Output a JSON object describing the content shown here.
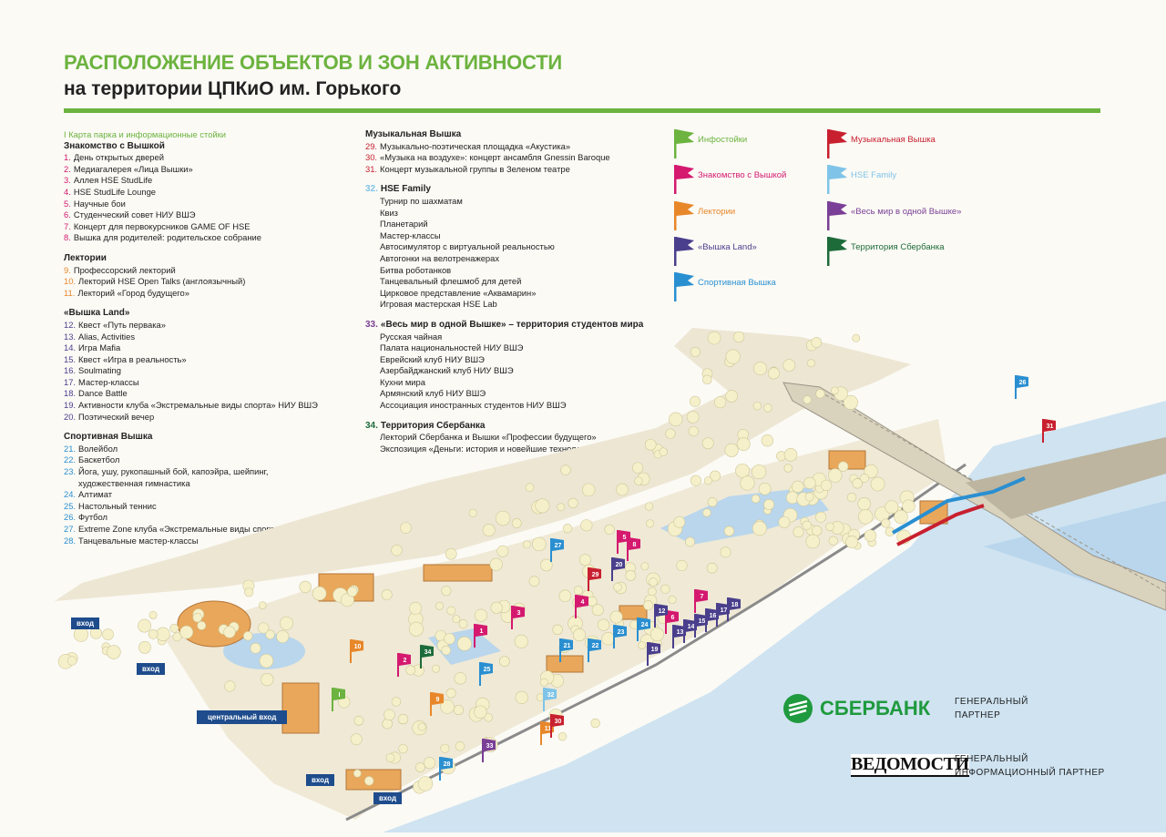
{
  "header": {
    "title": "РАСПОЛОЖЕНИЕ ОБЪЕКТОВ И ЗОН АКТИВНОСТИ",
    "subtitle": "на территории ЦПКиО им. Горького"
  },
  "left_column": {
    "intro": "I Карта парка и информационные стойки",
    "sections": [
      {
        "title": "Знакомство с Вышкой",
        "color": "#d4196f",
        "items": [
          {
            "n": "1.",
            "t": "День открытых дверей"
          },
          {
            "n": "2.",
            "t": "Медиагалерея «Лица Вышки»"
          },
          {
            "n": "3.",
            "t": "Аллея HSE StudLife"
          },
          {
            "n": "4.",
            "t": "HSE StudLife Lounge"
          },
          {
            "n": "5.",
            "t": "Научные бои"
          },
          {
            "n": "6.",
            "t": "Студенческий совет НИУ ВШЭ"
          },
          {
            "n": "7.",
            "t": "Концерт для первокурсников GAME OF HSE"
          },
          {
            "n": "8.",
            "t": "Вышка для родителей: родительское собрание"
          }
        ]
      },
      {
        "title": "Лектории",
        "color": "#e8872a",
        "items": [
          {
            "n": "9.",
            "t": "Профессорский лекторий"
          },
          {
            "n": "10.",
            "t": "Лекторий HSE Open Talks (англоязычный)"
          },
          {
            "n": "11.",
            "t": "Лекторий «Город будущего»"
          }
        ]
      },
      {
        "title": "«Вышка Land»",
        "color": "#4a3f8c",
        "items": [
          {
            "n": "12.",
            "t": "Квест «Путь первака»"
          },
          {
            "n": "13.",
            "t": "Alias, Activities"
          },
          {
            "n": "14.",
            "t": "Игра Mafia"
          },
          {
            "n": "15.",
            "t": "Квест «Игра в реальность»"
          },
          {
            "n": "16.",
            "t": "Soulmating"
          },
          {
            "n": "17.",
            "t": "Мастер-классы"
          },
          {
            "n": "18.",
            "t": "Dance Battle"
          },
          {
            "n": "19.",
            "t": "Активности клуба «Экстремальные виды спорта» НИУ ВШЭ"
          },
          {
            "n": "20.",
            "t": "Поэтический вечер"
          }
        ]
      },
      {
        "title": "Спортивная Вышка",
        "color": "#2a8fd1",
        "items": [
          {
            "n": "21.",
            "t": "Волейбол"
          },
          {
            "n": "22.",
            "t": "Баскетбол"
          },
          {
            "n": "23.",
            "t": "Йога, ушу, рукопашный бой, капоэйра, шейпинг,"
          },
          {
            "n": "",
            "t": "художественная гимнастика"
          },
          {
            "n": "24.",
            "t": "Алтимат"
          },
          {
            "n": "25.",
            "t": "Настольный теннис"
          },
          {
            "n": "26.",
            "t": "Футбол"
          },
          {
            "n": "27.",
            "t": "Extreme Zone клуба «Экстремальные виды спорта» НИУ ВШЭ"
          },
          {
            "n": "28.",
            "t": "Танцевальные мастер-классы"
          }
        ]
      }
    ]
  },
  "middle_column": {
    "sections": [
      {
        "title": "Музыкальная Вышка",
        "color": "#c8202f",
        "items": [
          {
            "n": "29.",
            "t": "Музыкально-поэтическая площадка «Акустика»"
          },
          {
            "n": "30.",
            "t": "«Музыка на воздухе»: концерт ансамбля Gnessin Baroque"
          },
          {
            "n": "31.",
            "t": "Концерт музыкальной группы в Зеленом театре"
          }
        ]
      },
      {
        "title": "HSE Family",
        "num": "32.",
        "color": "#7fc4e8",
        "items": [
          {
            "n": "",
            "t": "Турнир по шахматам"
          },
          {
            "n": "",
            "t": "Квиз"
          },
          {
            "n": "",
            "t": "Планетарий"
          },
          {
            "n": "",
            "t": "Мастер-классы"
          },
          {
            "n": "",
            "t": "Автосимулятор с виртуальной реальностью"
          },
          {
            "n": "",
            "t": "Автогонки на велотренажерах"
          },
          {
            "n": "",
            "t": "Битва роботанков"
          },
          {
            "n": "",
            "t": "Танцевальный флешмоб для детей"
          },
          {
            "n": "",
            "t": "Цирковое представление «Аквамарин»"
          },
          {
            "n": "",
            "t": "Игровая мастерская HSE Lab"
          }
        ]
      },
      {
        "title": "«Весь мир в одной Вышке» – территория студентов мира",
        "num": "33.",
        "color": "#7a3f96",
        "items": [
          {
            "n": "",
            "t": "Русская чайная"
          },
          {
            "n": "",
            "t": "Палата национальностей НИУ ВШЭ"
          },
          {
            "n": "",
            "t": "Еврейский клуб НИУ ВШЭ"
          },
          {
            "n": "",
            "t": "Азербайджанский клуб НИУ ВШЭ"
          },
          {
            "n": "",
            "t": "Кухни мира"
          },
          {
            "n": "",
            "t": "Армянский клуб НИУ ВШЭ"
          },
          {
            "n": "",
            "t": "Ассоциация иностранных студентов НИУ ВШЭ"
          }
        ]
      },
      {
        "title": "Территория Сбербанка",
        "num": "34.",
        "color": "#1e6b3a",
        "items": [
          {
            "n": "",
            "t": "Лекторий Сбербанка и Вышки «Профессии будущего»"
          },
          {
            "n": "",
            "t": "Экспозиция «Деньги: история и новейшие технологии»"
          }
        ]
      }
    ]
  },
  "legend": [
    {
      "label": "Инфостойки",
      "color": "#6cb33f"
    },
    {
      "label": "Знакомство с Вышкой",
      "color": "#d4196f"
    },
    {
      "label": "Лектории",
      "color": "#e8872a"
    },
    {
      "label": "«Вышка Land»",
      "color": "#4a3f8c"
    },
    {
      "label": "Спортивная Вышка",
      "color": "#2a8fd1"
    },
    {
      "label": "Музыкальная Вышка",
      "color": "#c8202f"
    },
    {
      "label": "HSE Family",
      "color": "#7fc4e8"
    },
    {
      "label": "«Весь мир в одной Вышке»",
      "color": "#7a3f96"
    },
    {
      "label": "Территория Сбербанка",
      "color": "#1e6b3a"
    }
  ],
  "map": {
    "entrances": {
      "e1": "вход",
      "e2": "вход",
      "central": "центральный вход",
      "e3": "вход",
      "e4": "вход"
    },
    "markers": [
      {
        "n": "1",
        "color": "#d4196f"
      },
      {
        "n": "2",
        "color": "#d4196f"
      },
      {
        "n": "3",
        "color": "#d4196f"
      },
      {
        "n": "4",
        "color": "#d4196f"
      },
      {
        "n": "5",
        "color": "#d4196f"
      },
      {
        "n": "6",
        "color": "#d4196f"
      },
      {
        "n": "7",
        "color": "#d4196f"
      },
      {
        "n": "8",
        "color": "#d4196f"
      },
      {
        "n": "9",
        "color": "#e8872a"
      },
      {
        "n": "10",
        "color": "#e8872a"
      },
      {
        "n": "11",
        "color": "#e8872a"
      },
      {
        "n": "12",
        "color": "#4a3f8c"
      },
      {
        "n": "13",
        "color": "#4a3f8c"
      },
      {
        "n": "14",
        "color": "#4a3f8c"
      },
      {
        "n": "15",
        "color": "#4a3f8c"
      },
      {
        "n": "16",
        "color": "#4a3f8c"
      },
      {
        "n": "17",
        "color": "#4a3f8c"
      },
      {
        "n": "18",
        "color": "#4a3f8c"
      },
      {
        "n": "19",
        "color": "#4a3f8c"
      },
      {
        "n": "20",
        "color": "#4a3f8c"
      },
      {
        "n": "21",
        "color": "#2a8fd1"
      },
      {
        "n": "22",
        "color": "#2a8fd1"
      },
      {
        "n": "23",
        "color": "#2a8fd1"
      },
      {
        "n": "24",
        "color": "#2a8fd1"
      },
      {
        "n": "25",
        "color": "#2a8fd1"
      },
      {
        "n": "26",
        "color": "#2a8fd1"
      },
      {
        "n": "27",
        "color": "#2a8fd1"
      },
      {
        "n": "28",
        "color": "#2a8fd1"
      },
      {
        "n": "29",
        "color": "#c8202f"
      },
      {
        "n": "30",
        "color": "#c8202f"
      },
      {
        "n": "31",
        "color": "#c8202f"
      },
      {
        "n": "32",
        "color": "#7fc4e8"
      },
      {
        "n": "33",
        "color": "#7a3f96"
      },
      {
        "n": "34",
        "color": "#1e6b3a"
      },
      {
        "n": "I",
        "color": "#6cb33f"
      }
    ]
  },
  "partners": {
    "sber_logo": "СБЕРБАНК",
    "sber_role_1": "ГЕНЕРАЛЬНЫЙ",
    "sber_role_2": "ПАРТНЕР",
    "ved_logo": "ВЕДОМОСТИ",
    "ved_role_1": "ГЕНЕРАЛЬНЫЙ",
    "ved_role_2": "ИНФОРМАЦИОННЫЙ ПАРТНЕР"
  }
}
